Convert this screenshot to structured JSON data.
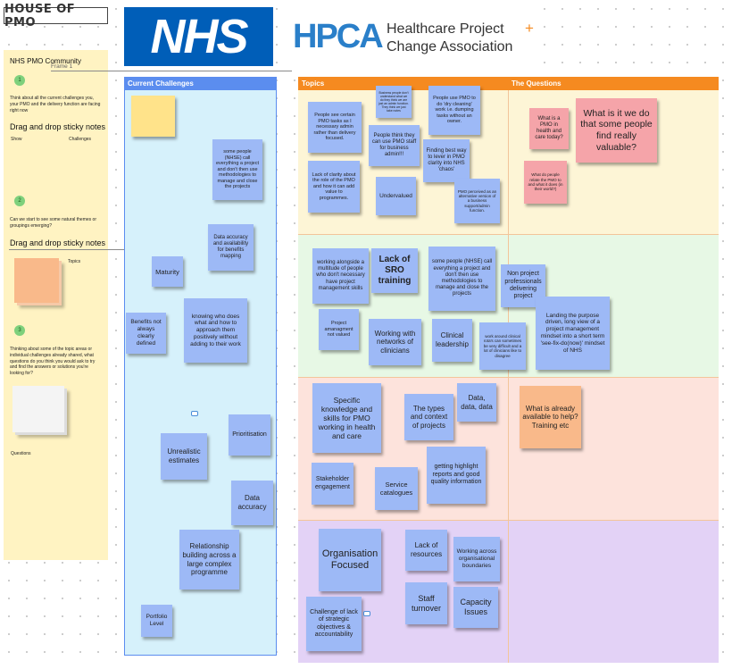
{
  "logos": {
    "house_of_pmo": "HOUSE OF PMO",
    "nhs": "NHS",
    "hpca_mark": "HPCA",
    "hpca_line1": "Healthcare Project",
    "hpca_plus": "+",
    "hpca_line2": "Change Association"
  },
  "sidebar": {
    "title": "NHS PMO Community",
    "frame_label": "Frame 1",
    "step1": "1",
    "step1_text": "Think about all the current challenges you, your PMO and the delivery function are facing right now",
    "drag1": "Drag and drop sticky notes",
    "col_show": "Show",
    "col_challenges": "Challenges",
    "step2": "2",
    "step2_text": "Can we start to see some natural themes or groupings emerging?",
    "drag2": "Drag and drop sticky notes",
    "topics_label": "Topics",
    "step3": "3",
    "step3_text": "Thinking about some of the topic areas or individual challenges already shared, what questions do you think you would ask to try and find the answers or solutions you're looking for?",
    "questions_label": "Questions"
  },
  "headers": {
    "challenges": "Current Challenges",
    "topics": "Topics",
    "questions": "The Questions"
  },
  "challenges": [
    "some people (NHSE) call everything a project and don't then use methodologies to manage and close the projects",
    "Data accuracy and availability for benefits mapping",
    "Maturity",
    "Benefits not always clearly defined",
    "knowing who does what and how to approach them positively without adding to their work",
    "Prioritisation",
    "Unrealistic estimates",
    "Data accuracy",
    "Relationship building across a large complex programme",
    "Portfolio Level"
  ],
  "topics_row1": [
    "People see certain PMO tasks as I necessary admin rather than delivery focused.",
    "Business people don't understand what we do they think we are just an admin function. They think we just take notes",
    "People use PMO to do 'dry cleaning' work i.e. dumping tasks without an owner.",
    "People think they can use PMO staff for business admin!!!",
    "Finding best way to lever in PMO clarity into NHS 'chaos'",
    "Lack of clarity about the role of the PMO and how it can add value to programmes.",
    "Undervalued",
    "PMO perceived as an alternative version of a business support/admin function."
  ],
  "questions_row1": [
    "What is a PMO in health and care today?",
    "What is it we do that some people find really valuable?",
    "What do people relate the PMO to and what it does (in their world?)"
  ],
  "topics_row2": [
    "working alongside a multitude of people who don't necessary have project management skills",
    "Lack of SRO training",
    "some people (NHSE) call everything a project and don't then use methodologies to manage and close the projects",
    "Non project professionals delivering project",
    "Project amanagment not valued",
    "Working with networks of clinicians",
    "Clinical leadership",
    "work around clinical rota's can sometimes be very difficult and a lot of clinicians like to disagree",
    "Landing the purpose driven, long view of a project management mindset into a short term 'see-fix-do(now)' mindset of NHS"
  ],
  "topics_row3": [
    "Specific knowledge and skills for PMO working in health and care",
    "The types and context of projects",
    "Data, data, data",
    "Stakeholder engagement",
    "Service catalogues",
    "getting highlight reports and good quality information"
  ],
  "questions_row3": [
    "What is already available to help? Training etc"
  ],
  "topics_row4": [
    "Organisation Focused",
    "Lack of resources",
    "Working across organisational boundaries",
    "Staff turnover",
    "Capacity Issues",
    "Challenge of lack of strategic objectives & accountability"
  ],
  "colors": {
    "blue_header": "#5b8def",
    "orange_header": "#f58a20",
    "sticky_blue": "#9db9f6",
    "sticky_pink": "#f5a4a9",
    "sticky_orange": "#f9b98a",
    "nhs_blue": "#005eb8"
  }
}
